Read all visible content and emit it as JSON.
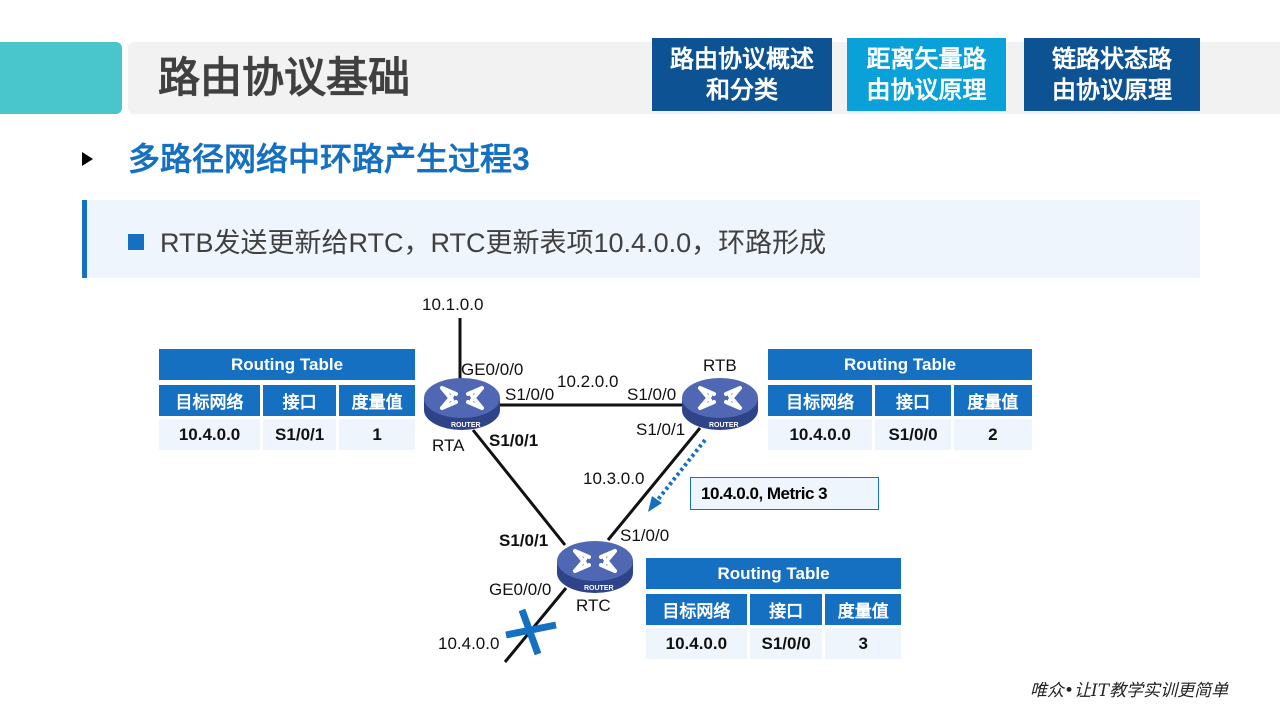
{
  "header": {
    "title": "路由协议基础",
    "nav": [
      {
        "line1": "路由协议概述",
        "line2": "和分类",
        "color": "#0d5292"
      },
      {
        "line1": "距离矢量路",
        "line2": "由协议原理",
        "color": "#0aa0d8"
      },
      {
        "line1": "链路状态路",
        "line2": "由协议原理",
        "color": "#0d5292"
      }
    ]
  },
  "section": {
    "heading": "多路径网络中环路产生过程3",
    "bullet": "RTB发送更新给RTC，RTC更新表项10.4.0.0，环路形成"
  },
  "diagram": {
    "routers": {
      "rta": "RTA",
      "rtb": "RTB",
      "rtc": "RTC",
      "badge": "ROUTER"
    },
    "networks": {
      "n1": "10.1.0.0",
      "n2": "10.2.0.0",
      "n3": "10.3.0.0",
      "n4": "10.4.0.0"
    },
    "ports": {
      "rta_ge": "GE0/0/0",
      "rta_s100": "S1/0/0",
      "rta_s101": "S1/0/1",
      "rtb_s100": "S1/0/0",
      "rtb_s101": "S1/0/1",
      "rtc_s101": "S1/0/1",
      "rtc_s100": "S1/0/0",
      "rtc_ge": "GE0/0/0"
    },
    "message": "10.4.0.0, Metric 3"
  },
  "tables": {
    "caption": "Routing Table",
    "headers": [
      "目标网络",
      "接口",
      "度量值"
    ],
    "rta": [
      "10.4.0.0",
      "S1/0/1",
      "1"
    ],
    "rtb": [
      "10.4.0.0",
      "S1/0/0",
      "2"
    ],
    "rtc": [
      "10.4.0.0",
      "S1/0/0",
      "3"
    ]
  },
  "footer": "唯众•让IT教学实训更简单",
  "colors": {
    "accent": "#1670c2",
    "teal": "#48c6cb",
    "router": "#4a5fa8"
  }
}
